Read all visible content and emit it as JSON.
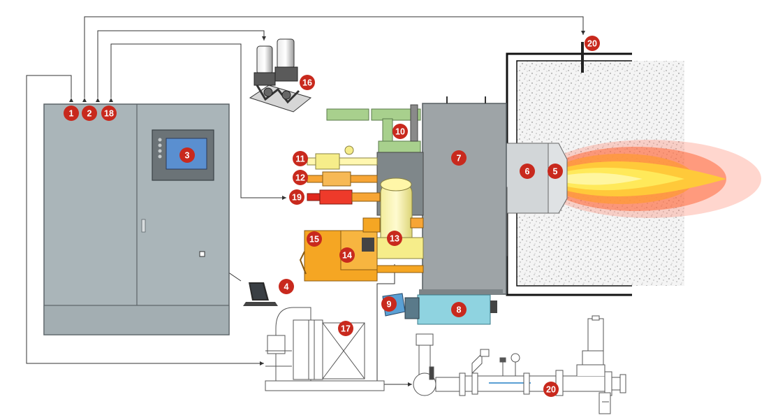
{
  "diagram": {
    "callouts": [
      {
        "id": "c1",
        "label": "1"
      },
      {
        "id": "c2",
        "label": "2"
      },
      {
        "id": "c18",
        "label": "18"
      },
      {
        "id": "c3",
        "label": "3"
      },
      {
        "id": "c4",
        "label": "4"
      },
      {
        "id": "c16",
        "label": "16"
      },
      {
        "id": "c20top",
        "label": "20"
      },
      {
        "id": "c10",
        "label": "10"
      },
      {
        "id": "c7",
        "label": "7"
      },
      {
        "id": "c11",
        "label": "11"
      },
      {
        "id": "c12",
        "label": "12"
      },
      {
        "id": "c19",
        "label": "19"
      },
      {
        "id": "c13",
        "label": "13"
      },
      {
        "id": "c15",
        "label": "15"
      },
      {
        "id": "c14",
        "label": "14"
      },
      {
        "id": "c6",
        "label": "6"
      },
      {
        "id": "c5",
        "label": "5"
      },
      {
        "id": "c9",
        "label": "9"
      },
      {
        "id": "c8",
        "label": "8"
      },
      {
        "id": "c17",
        "label": "17"
      },
      {
        "id": "c20bot",
        "label": "20"
      }
    ],
    "colors": {
      "callout": "#c8291d",
      "cabinet": "#aab5b9",
      "burner_body": "#9ea4a7",
      "fuel_pump": "#f5a623",
      "air_duct": "#a8d08d",
      "blower_base": "#8fd3e0",
      "oil_gun_red": "#e0261c",
      "oil_gun_orange": "#f7a535",
      "flame_core": "#ffe23a"
    }
  }
}
